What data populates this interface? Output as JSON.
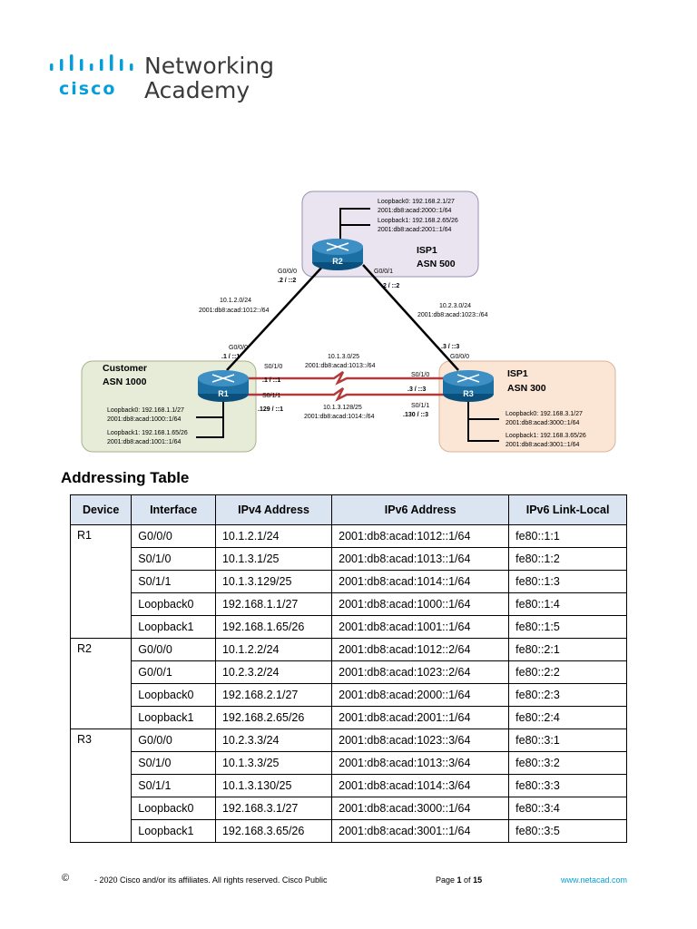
{
  "logo": {
    "brand": "cisco",
    "line1": "Networking",
    "line2": "Academy",
    "color": "#049fd9"
  },
  "topology": {
    "r2": {
      "label": "R2",
      "lo0": "Loopback0: 192.168.2.1/27",
      "lo0v6": "2001:db8:acad:2000::1/64",
      "lo1": "Loopback1: 192.168.2.65/26",
      "lo1v6": "2001:db8:acad:2001::1/64",
      "zone": "ISP1",
      "asn": "ASN 500",
      "g000": "G0/0/0",
      "g000addr": ".2 / ::2",
      "g001": "G0/0/1",
      "g001addr": ".2 / ::2"
    },
    "r1": {
      "label": "R1",
      "zone": "Customer",
      "asn": "ASN 1000",
      "g000": "G0/0/0",
      "g000addr": ".1 / ::1",
      "s010": "S0/1/0",
      "s010addr": ".1 / ::1",
      "s011": "S0/1/1",
      "s011addr": ".129 / ::1",
      "lo0": "Loopback0: 192.168.1.1/27",
      "lo0v6": "2001:db8:acad:1000::1/64",
      "lo1": "Loopback1: 192.168.1.65/26",
      "lo1v6": "2001:db8:acad:1001::1/64"
    },
    "r3": {
      "label": "R3",
      "zone": "ISP1",
      "asn": "ASN 300",
      "g000": "G0/0/0",
      "g000addr": ".3 / ::3",
      "s010": "S0/1/0",
      "s010addr": ".3 / ::3",
      "s011": "S0/1/1",
      "s011addr": ".130 / ::3",
      "lo0": "Loopback0: 192.168.3.1/27",
      "lo0v6": "2001:db8:acad:3000::1/64",
      "lo1": "Loopback1: 192.168.3.65/26",
      "lo1v6": "2001:db8:acad:3001::1/64"
    },
    "link_r1_r2": {
      "v4": "10.1.2.0/24",
      "v6": "2001:db8:acad:1012::/64"
    },
    "link_r2_r3": {
      "v4": "10.2.3.0/24",
      "v6": "2001:db8:acad:1023::/64"
    },
    "link_s0": {
      "v4": "10.1.3.0/25",
      "v6": "2001:db8:acad:1013::/64"
    },
    "link_s1": {
      "v4": "10.1.3.128/25",
      "v6": "2001:db8:acad:1014::/64"
    }
  },
  "table": {
    "title": "Addressing Table",
    "headers": [
      "Device",
      "Interface",
      "IPv4 Address",
      "IPv6 Address",
      "IPv6 Link-Local"
    ],
    "groups": [
      {
        "device": "R1",
        "rows": [
          [
            "G0/0/0",
            "10.1.2.1/24",
            "2001:db8:acad:1012::1/64",
            "fe80::1:1"
          ],
          [
            "S0/1/0",
            "10.1.3.1/25",
            "2001:db8:acad:1013::1/64",
            "fe80::1:2"
          ],
          [
            "S0/1/1",
            "10.1.3.129/25",
            "2001:db8:acad:1014::1/64",
            "fe80::1:3"
          ],
          [
            "Loopback0",
            "192.168.1.1/27",
            "2001:db8:acad:1000::1/64",
            "fe80::1:4"
          ],
          [
            "Loopback1",
            "192.168.1.65/26",
            "2001:db8:acad:1001::1/64",
            "fe80::1:5"
          ]
        ]
      },
      {
        "device": "R2",
        "rows": [
          [
            "G0/0/0",
            "10.1.2.2/24",
            "2001:db8:acad:1012::2/64",
            "fe80::2:1"
          ],
          [
            "G0/0/1",
            "10.2.3.2/24",
            "2001:db8:acad:1023::2/64",
            "fe80::2:2"
          ],
          [
            "Loopback0",
            "192.168.2.1/27",
            "2001:db8:acad:2000::1/64",
            "fe80::2:3"
          ],
          [
            "Loopback1",
            "192.168.2.65/26",
            "2001:db8:acad:2001::1/64",
            "fe80::2:4"
          ]
        ]
      },
      {
        "device": "R3",
        "rows": [
          [
            "G0/0/0",
            "10.2.3.3/24",
            "2001:db8:acad:1023::3/64",
            "fe80::3:1"
          ],
          [
            "S0/1/0",
            "10.1.3.3/25",
            "2001:db8:acad:1013::3/64",
            "fe80::3:2"
          ],
          [
            "S0/1/1",
            "10.1.3.130/25",
            "2001:db8:acad:1014::3/64",
            "fe80::3:3"
          ],
          [
            "Loopback0",
            "192.168.3.1/27",
            "2001:db8:acad:3000::1/64",
            "fe80::3:4"
          ],
          [
            "Loopback1",
            "192.168.3.65/26",
            "2001:db8:acad:3001::1/64",
            "fe80::3:5"
          ]
        ]
      }
    ]
  },
  "footer": {
    "copyright_symbol": "©",
    "text": "- 2020 Cisco and/or its affiliates. All rights reserved. Cisco Public",
    "page_prefix": "Page ",
    "page_num": "1",
    "page_of": " of ",
    "page_total": "15",
    "url": "www.netacad.com"
  }
}
